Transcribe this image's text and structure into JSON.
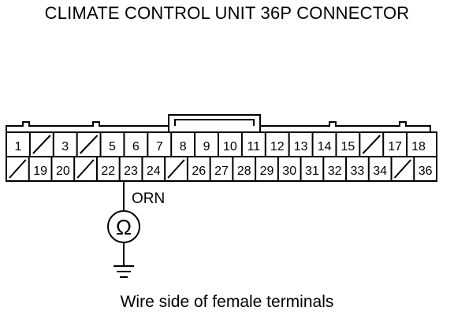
{
  "title": "CLIMATE CONTROL UNIT 36P CONNECTOR",
  "caption": "Wire side of female terminals",
  "wire_color": "ORN",
  "meter_symbol": "Ω",
  "meter_icon": "ohmmeter-icon",
  "ground_icon": "ground-icon",
  "connector": {
    "row1": [
      "1",
      "",
      "3",
      "",
      "5",
      "6",
      "7",
      "8",
      "9",
      "10",
      "11",
      "12",
      "13",
      "14",
      "15",
      "",
      "17",
      "18"
    ],
    "row2": [
      "",
      "19",
      "20",
      "",
      "22",
      "23",
      "24",
      "",
      "26",
      "27",
      "28",
      "29",
      "30",
      "31",
      "32",
      "33",
      "34",
      "",
      "36"
    ]
  },
  "probe_terminal": "23"
}
